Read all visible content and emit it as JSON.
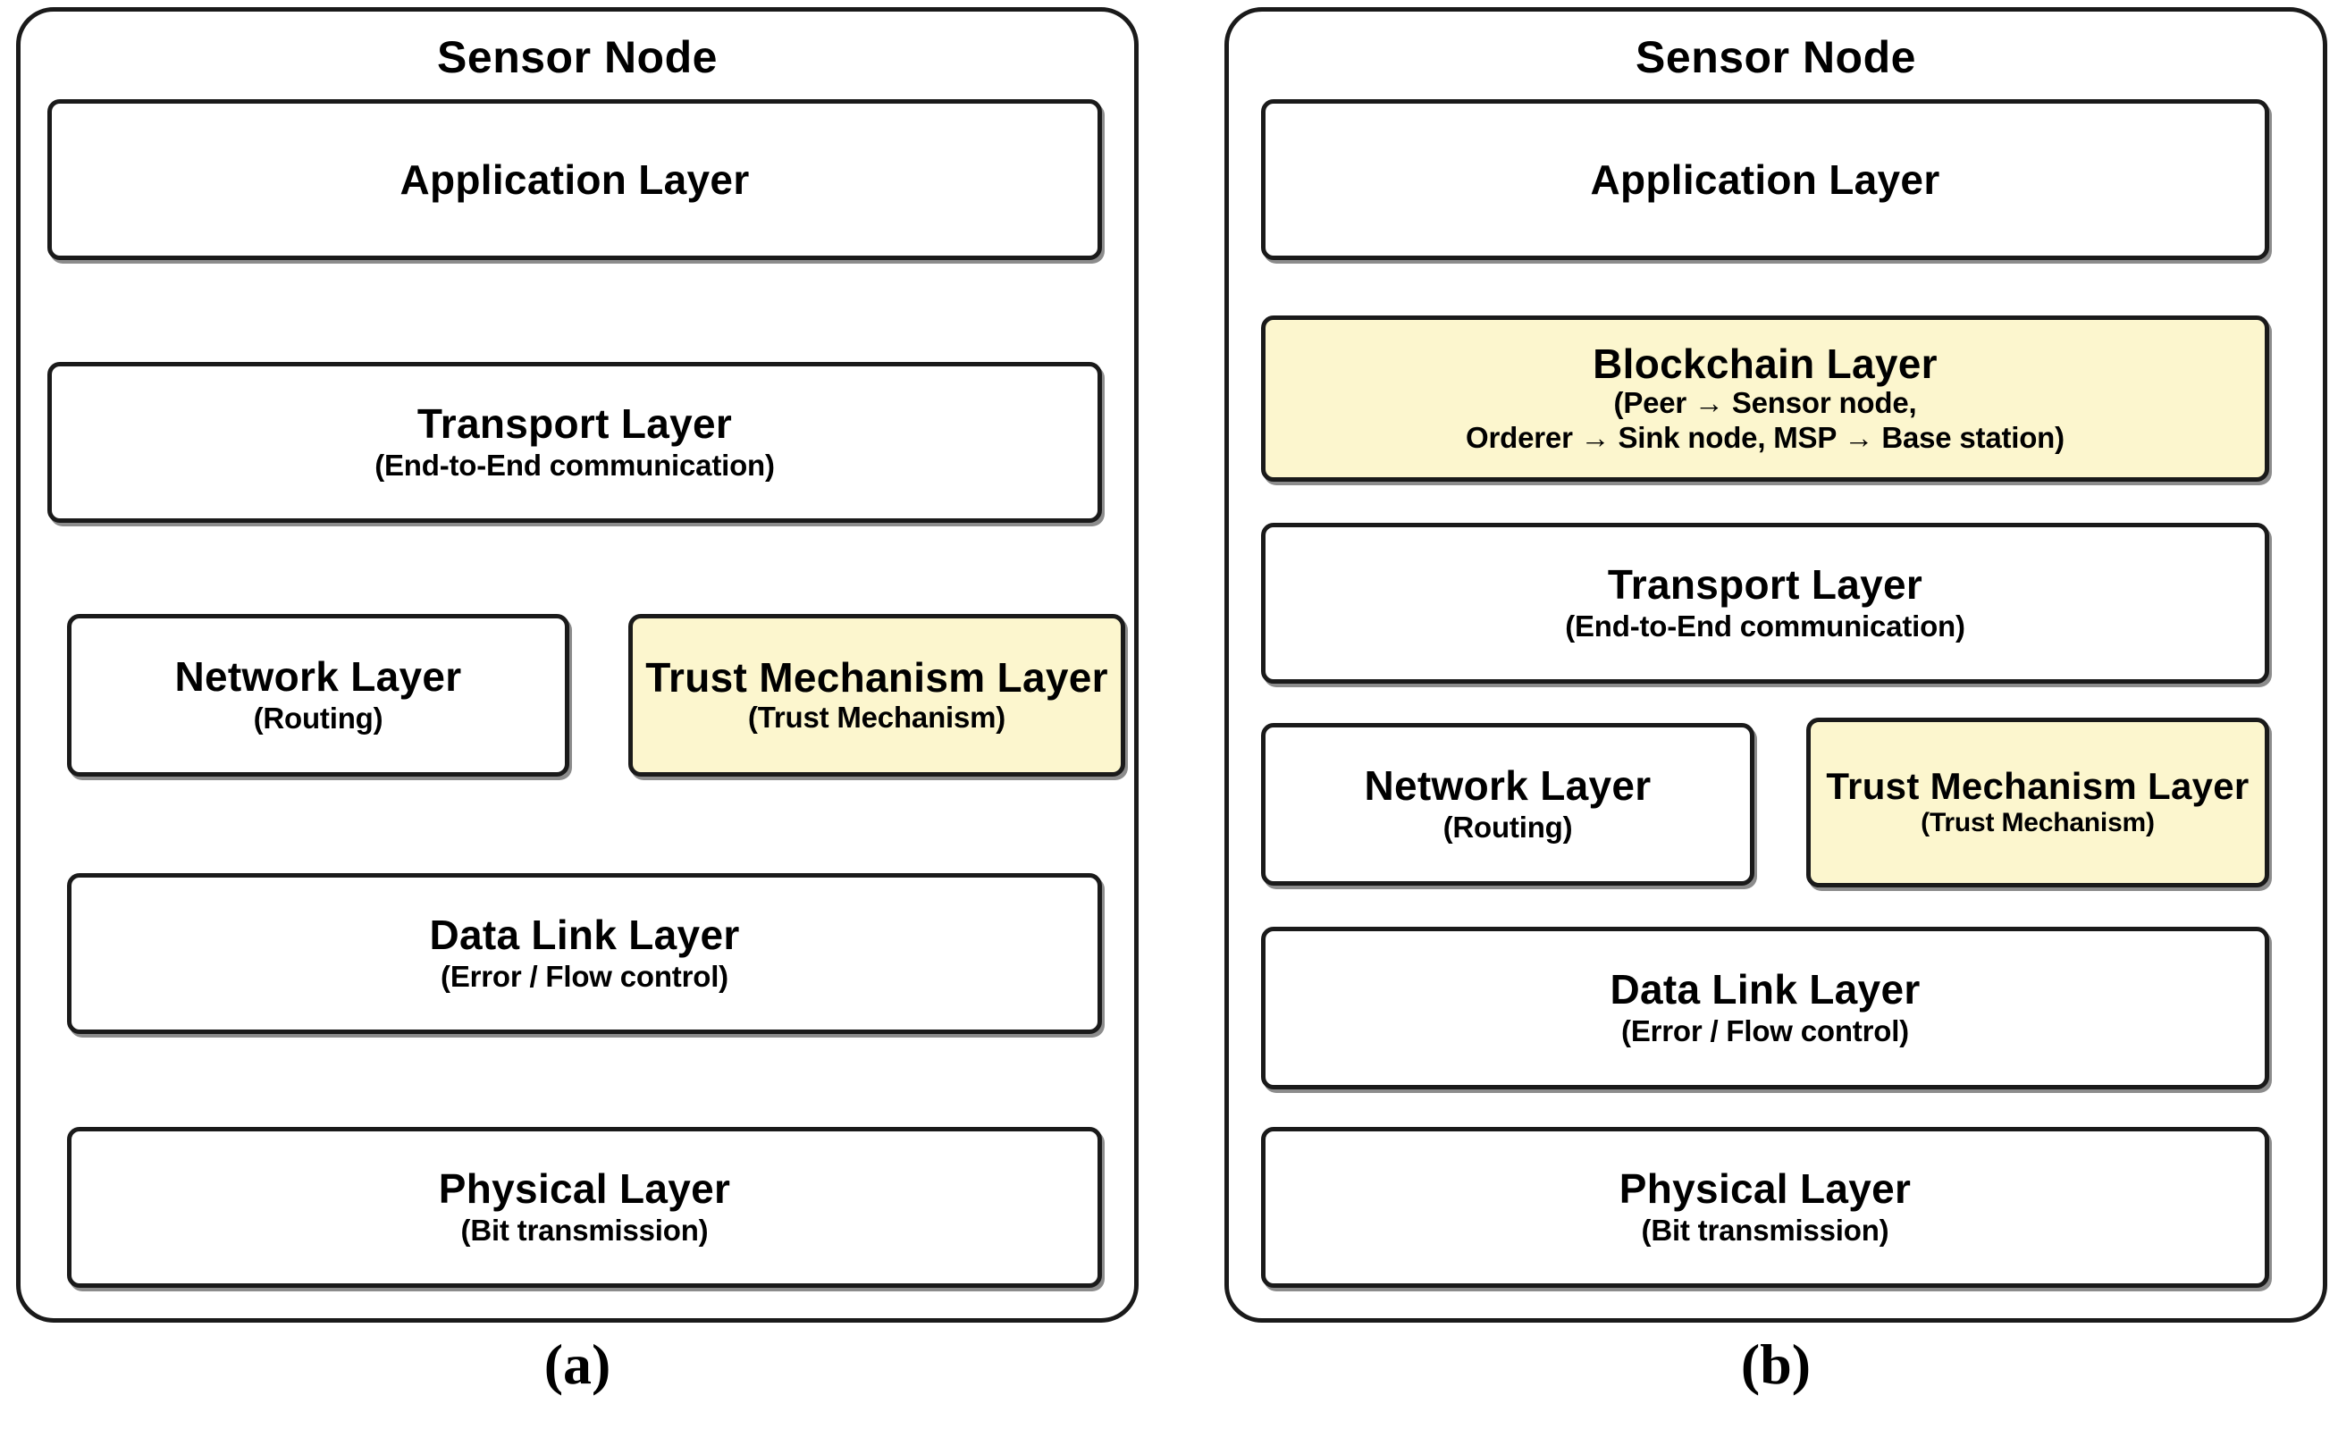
{
  "figure": {
    "panels": [
      {
        "id": "a",
        "caption": "(a)",
        "title": "Sensor Node",
        "layers": [
          {
            "name": "application",
            "title": "Application Layer",
            "subtitle": "",
            "highlight": false
          },
          {
            "name": "transport",
            "title": "Transport Layer",
            "subtitle": "(End-to-End communication)",
            "highlight": false
          },
          {
            "name": "network",
            "title": "Network Layer",
            "subtitle": "(Routing)",
            "highlight": false
          },
          {
            "name": "trust-mechanism",
            "title": "Trust Mechanism Layer",
            "subtitle": "(Trust Mechanism)",
            "highlight": true
          },
          {
            "name": "data-link",
            "title": "Data Link Layer",
            "subtitle": "(Error / Flow control)",
            "highlight": false
          },
          {
            "name": "physical",
            "title": "Physical Layer",
            "subtitle": "(Bit transmission)",
            "highlight": false
          }
        ]
      },
      {
        "id": "b",
        "caption": "(b)",
        "title": "Sensor Node",
        "layers": [
          {
            "name": "application",
            "title": "Application Layer",
            "subtitle": "",
            "highlight": false
          },
          {
            "name": "blockchain",
            "title": "Blockchain Layer",
            "subtitle": "(Peer → Sensor node,",
            "subtitle2": "Orderer → Sink node, MSP → Base station)",
            "highlight": true
          },
          {
            "name": "transport",
            "title": "Transport Layer",
            "subtitle": "(End-to-End communication)",
            "highlight": false
          },
          {
            "name": "network",
            "title": "Network Layer",
            "subtitle": "(Routing)",
            "highlight": false
          },
          {
            "name": "trust-mechanism",
            "title": "Trust Mechanism Layer",
            "subtitle": "(Trust Mechanism)",
            "highlight": true
          },
          {
            "name": "data-link",
            "title": "Data Link Layer",
            "subtitle": "(Error / Flow control)",
            "highlight": false
          },
          {
            "name": "physical",
            "title": "Physical Layer",
            "subtitle": "(Bit transmission)",
            "highlight": false
          }
        ]
      }
    ],
    "colors": {
      "highlight_fill": "#fcf6ce",
      "border": "#1a1a1a",
      "background": "#ffffff",
      "text": "#000000"
    }
  }
}
